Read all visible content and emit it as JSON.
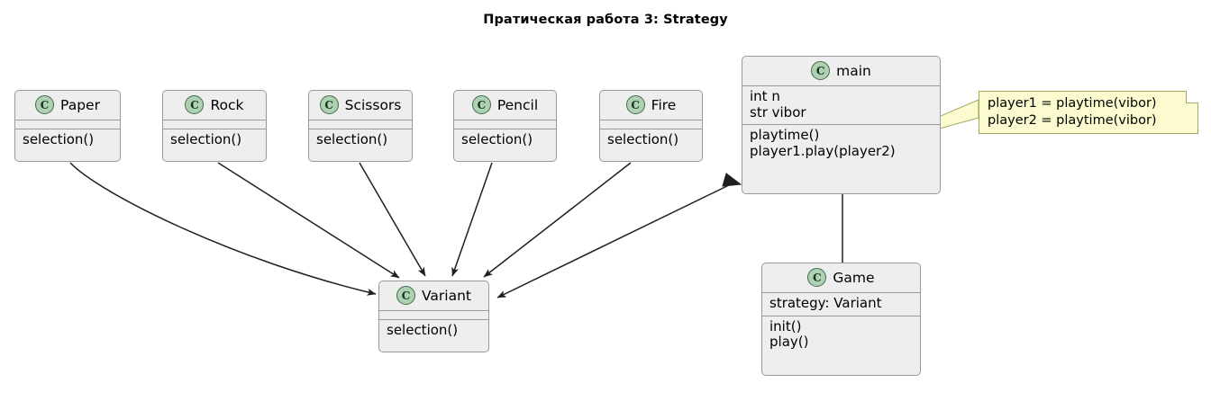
{
  "diagram": {
    "title": "Пратическая работа 3: Strategy",
    "icon_letter": "C",
    "colors": {
      "class_fill": "#EEEEEE",
      "class_border": "#9A9A9A",
      "icon_fill": "#ADD1B2",
      "icon_border": "#44694B",
      "note_fill": "#FBFBCF",
      "note_border": "#A8A864",
      "edge": "#1F1F1F",
      "background": "#FFFFFF"
    }
  },
  "classes": {
    "paper": {
      "name": "Paper",
      "attributes": [],
      "methods": [
        "selection()"
      ]
    },
    "rock": {
      "name": "Rock",
      "attributes": [],
      "methods": [
        "selection()"
      ]
    },
    "scissors": {
      "name": "Scissors",
      "attributes": [],
      "methods": [
        "selection()"
      ]
    },
    "pencil": {
      "name": "Pencil",
      "attributes": [],
      "methods": [
        "selection()"
      ]
    },
    "fire": {
      "name": "Fire",
      "attributes": [],
      "methods": [
        "selection()"
      ]
    },
    "variant": {
      "name": "Variant",
      "attributes": [],
      "methods": [
        "selection()"
      ]
    },
    "main": {
      "name": "main",
      "attributes": [
        "int n",
        "str vibor"
      ],
      "methods": [
        "playtime()",
        "player1.play(player2)"
      ]
    },
    "game": {
      "name": "Game",
      "attributes": [
        "strategy: Variant"
      ],
      "methods": [
        "init()",
        "play()"
      ]
    }
  },
  "note": {
    "lines": [
      "player1 = playtime(vibor)",
      "player2 = playtime(vibor)"
    ],
    "anchor": "main.playtime()"
  },
  "relationships": [
    {
      "from": "Paper",
      "to": "Variant",
      "type": "arrow"
    },
    {
      "from": "Rock",
      "to": "Variant",
      "type": "arrow"
    },
    {
      "from": "Scissors",
      "to": "Variant",
      "type": "arrow"
    },
    {
      "from": "Pencil",
      "to": "Variant",
      "type": "arrow"
    },
    {
      "from": "Fire",
      "to": "Variant",
      "type": "arrow"
    },
    {
      "from": "Variant",
      "to": "main",
      "type": "arrow"
    },
    {
      "from": "main",
      "to": "Game",
      "type": "line"
    }
  ]
}
